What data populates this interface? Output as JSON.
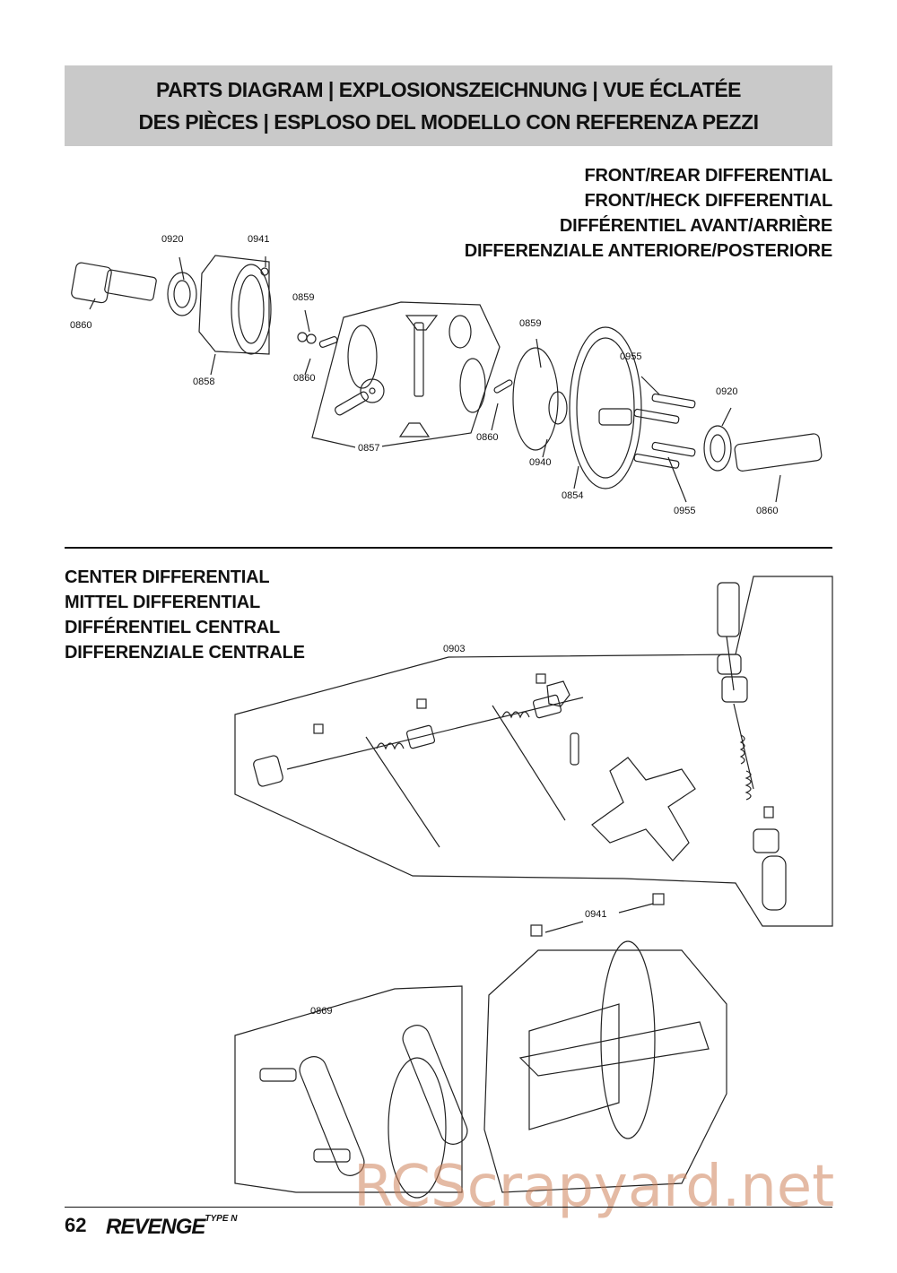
{
  "header": {
    "line1": "PARTS DIAGRAM | EXPLOSIONSZEICHNUNG | VUE ÉCLATÉE",
    "line2": "DES PIÈCES | ESPLOSO DEL MODELLO CON REFERENZA PEZZI"
  },
  "front_rear": {
    "headings": [
      "FRONT/REAR DIFFERENTIAL",
      "FRONT/HECK DIFFERENTIAL",
      "DIFFÉRENTIEL AVANT/ARRIÈRE",
      "DIFFERENZIALE ANTERIORE/POSTERIORE"
    ],
    "labels": [
      "0920",
      "0941",
      "0860",
      "0858",
      "0859",
      "0860",
      "0857",
      "0859",
      "0860",
      "0940",
      "0854",
      "0955",
      "0920",
      "0955",
      "0860"
    ]
  },
  "center": {
    "headings": [
      "CENTER DIFFERENTIAL",
      "MITTEL DIFFERENTIAL",
      "DIFFÉRENTIEL CENTRAL",
      "DIFFERENZIALE CENTRALE"
    ],
    "labels": [
      "0903",
      "0941",
      "0869"
    ]
  },
  "footer": {
    "page_number": "62",
    "brand": "REVENGE",
    "brand_suffix": "TYPE N"
  },
  "watermark": "RCScrapyard.net"
}
